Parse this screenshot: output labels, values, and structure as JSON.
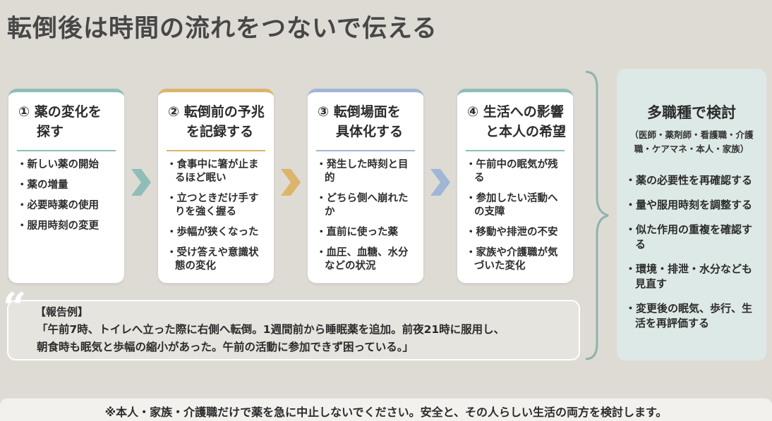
{
  "title": "転倒後は時間の流れをつないで伝える",
  "colors": {
    "background": "#dedbd5",
    "teal": "#8fbdb7",
    "gold": "#dcb56a",
    "blue": "#9fb7d4",
    "panel": "#dde9e6"
  },
  "steps": [
    {
      "title_line1": "① 薬の変化を",
      "title_line2": "探す",
      "items": [
        "新しい薬の開始",
        "薬の増量",
        "必要時薬の使用",
        "服用時刻の変更"
      ]
    },
    {
      "title_line1": "② 転倒前の予兆",
      "title_line2": "を記録する",
      "items": [
        "食事中に箸が止まるほど眠い",
        "立つときだけ手すりを強く握る",
        "歩幅が狭くなった",
        "受け答えや意識状態の変化"
      ]
    },
    {
      "title_line1": "③ 転倒場面を",
      "title_line2": "具体化する",
      "items": [
        "発生した時刻と目的",
        "どちら側へ崩れたか",
        "直前に使った薬",
        "血圧、血糖、水分などの状況"
      ]
    },
    {
      "title_line1": "④ 生活への影響",
      "title_line2": "と本人の希望",
      "items": [
        "午前中の眠気が残る",
        "参加したい活動への支障",
        "移動や排泄の不安",
        "家族や介護職が気づいた変化"
      ]
    }
  ],
  "review": {
    "title": "多職種で検討",
    "subtitle": "（医師・薬剤師・看護職・介護職・ケアマネ・本人・家族）",
    "items": [
      "薬の必要性を再確認する",
      "量や服用時刻を調整する",
      "似た作用の重複を確認する",
      "環境・排泄・水分なども見直す",
      "変更後の眠気、歩行、生活を再評価する"
    ]
  },
  "example": {
    "quote_mark": "“",
    "label": "【報告例】",
    "line1": "「午前7時、トイレへ立った際に右側へ転倒。1週間前から睡眠薬を追加。前夜21時に服用し、",
    "line2": "朝食時も眠気と歩幅の縮小があった。午前の活動に参加できず困っている。」"
  },
  "footer": "※本人・家族・介護職だけで薬を急に中止しないでください。安全と、その人らしい生活の両方を検討します。"
}
